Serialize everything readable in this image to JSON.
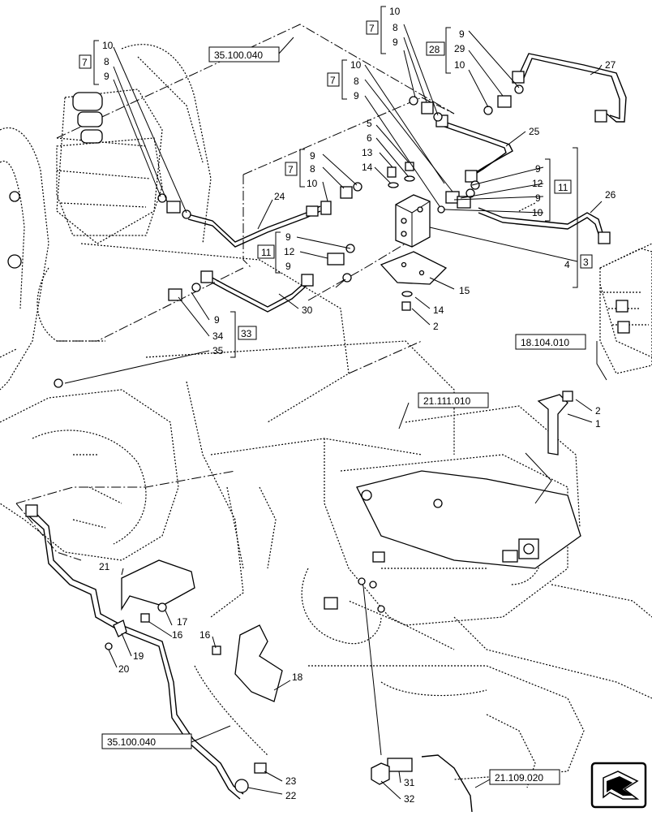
{
  "callouts": [
    {
      "label": "10"
    },
    {
      "label": "8"
    },
    {
      "label": "9"
    },
    {
      "label": "10"
    },
    {
      "label": "8"
    },
    {
      "label": "9"
    },
    {
      "label": "9"
    },
    {
      "label": "29"
    },
    {
      "label": "10"
    },
    {
      "label": "10"
    },
    {
      "label": "8"
    },
    {
      "label": "9"
    },
    {
      "label": "27"
    },
    {
      "label": "25"
    },
    {
      "label": "5"
    },
    {
      "label": "6"
    },
    {
      "label": "13"
    },
    {
      "label": "14"
    },
    {
      "label": "9"
    },
    {
      "label": "8"
    },
    {
      "label": "10"
    },
    {
      "label": "24"
    },
    {
      "label": "9"
    },
    {
      "label": "12"
    },
    {
      "label": "9"
    },
    {
      "label": "10"
    },
    {
      "label": "26"
    },
    {
      "label": "10"
    },
    {
      "label": "12"
    },
    {
      "label": "9"
    },
    {
      "label": "9"
    },
    {
      "label": "4"
    },
    {
      "label": "15"
    },
    {
      "label": "14"
    },
    {
      "label": "2"
    },
    {
      "label": "30"
    },
    {
      "label": "9"
    },
    {
      "label": "34"
    },
    {
      "label": "35"
    },
    {
      "label": "2"
    },
    {
      "label": "1"
    },
    {
      "label": "21"
    },
    {
      "label": "17"
    },
    {
      "label": "16"
    },
    {
      "label": "16"
    },
    {
      "label": "19"
    },
    {
      "label": "20"
    },
    {
      "label": "18"
    },
    {
      "label": "23"
    },
    {
      "label": "22"
    },
    {
      "label": "31"
    },
    {
      "label": "32"
    }
  ],
  "group_boxes": [
    {
      "label": "7"
    },
    {
      "label": "7"
    },
    {
      "label": "28"
    },
    {
      "label": "7"
    },
    {
      "label": "7"
    },
    {
      "label": "11"
    },
    {
      "label": "11"
    },
    {
      "label": "3"
    },
    {
      "label": "33"
    }
  ],
  "references": [
    {
      "label": "35.100.040"
    },
    {
      "label": "18.104.010"
    },
    {
      "label": "21.111.010"
    },
    {
      "label": "35.100.040"
    },
    {
      "label": "21.109.020"
    }
  ],
  "nav_icon": "next-page-arrow-icon"
}
